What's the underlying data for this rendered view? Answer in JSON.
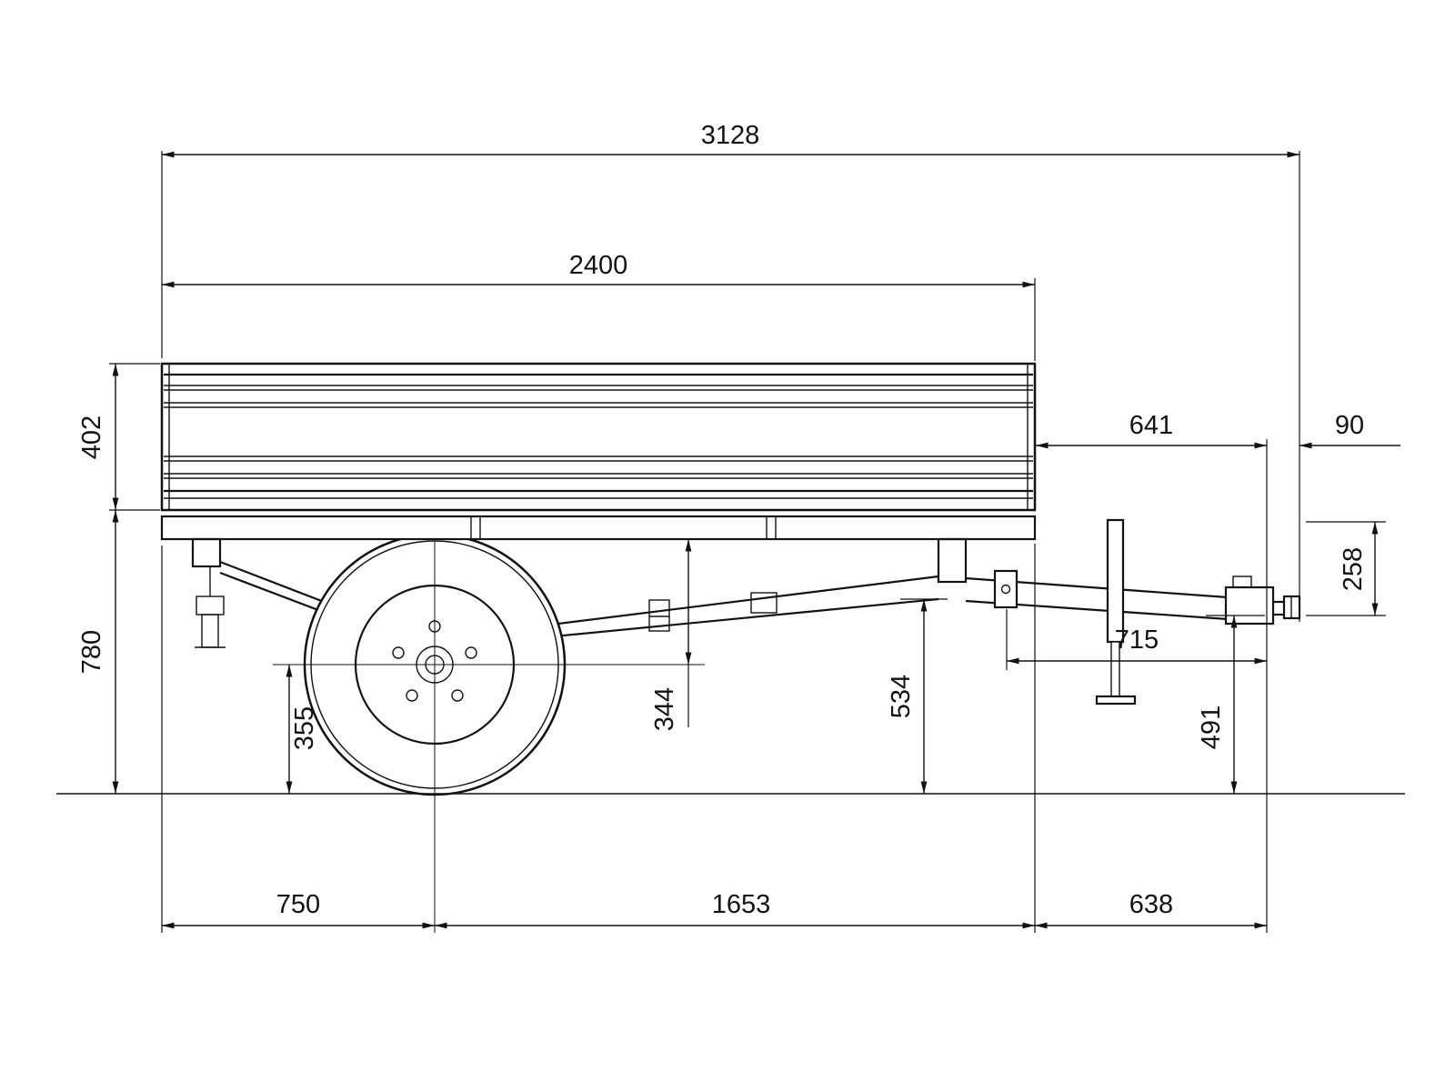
{
  "style": {
    "ink": "#121212",
    "background": "#ffffff"
  },
  "dimensions": {
    "overall_length": "3128",
    "bed_length": "2400",
    "side_height": "402",
    "bed_floor_height": "780",
    "rear_to_coupling_face": "641",
    "ring_length": "90",
    "coupling_drop": "258",
    "drawbar_to_coupling": "715",
    "frame_to_axle": "344",
    "underside_height": "534",
    "coupling_height": "491",
    "axle_height": "355",
    "front_to_axle": "750",
    "axle_to_rear": "1653",
    "rear_to_coupling": "638"
  }
}
